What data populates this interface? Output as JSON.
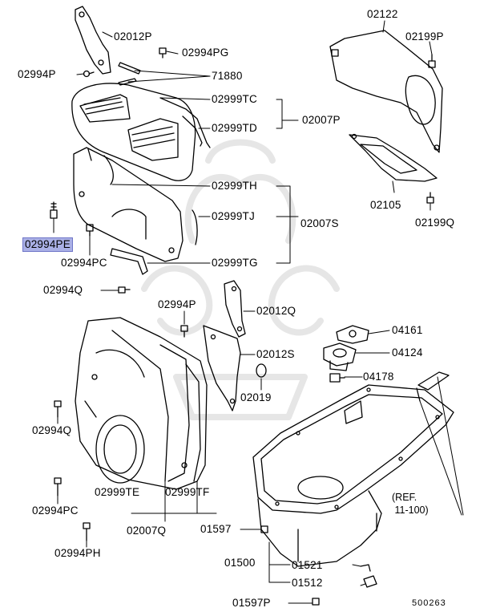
{
  "diagram": {
    "part_labels": [
      "02012P",
      "02994PG",
      "02994P",
      "71880",
      "02999TC",
      "02999TD",
      "02007P",
      "02122",
      "02199P",
      "02105",
      "02199Q",
      "02999TH",
      "02999TJ",
      "02007S",
      "02994PE",
      "02994PC",
      "02999TG",
      "02994Q",
      "02994P",
      "02012Q",
      "02012S",
      "02019",
      "04161",
      "04124",
      "04178",
      "02994Q",
      "02999TE",
      "02999TF",
      "02994PC",
      "02007Q",
      "02994PH",
      "01597",
      "01500",
      "01521",
      "01512",
      "01597P"
    ],
    "reference_lines": [
      "(REF.",
      " 11-100)"
    ],
    "diagram_code": "500263",
    "highlighted_label": "02994PE",
    "highlight_color": "#aab0e6"
  }
}
